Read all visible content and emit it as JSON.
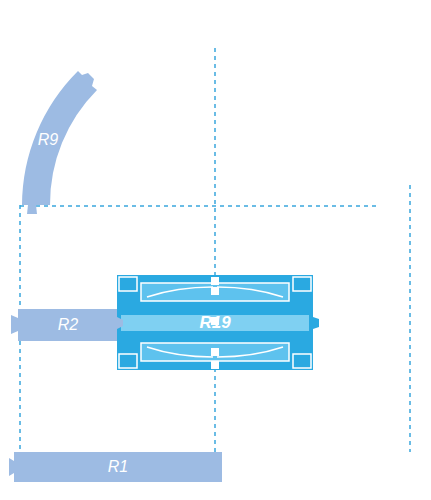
{
  "diagram": {
    "nodes": [
      {
        "text": [
          "R9"
        ]
      },
      {
        "text": [
          "R2"
        ]
      },
      {
        "text": [
          "R19"
        ]
      },
      {
        "text": [
          "R1"
        ]
      }
    ],
    "edges": []
  }
}
